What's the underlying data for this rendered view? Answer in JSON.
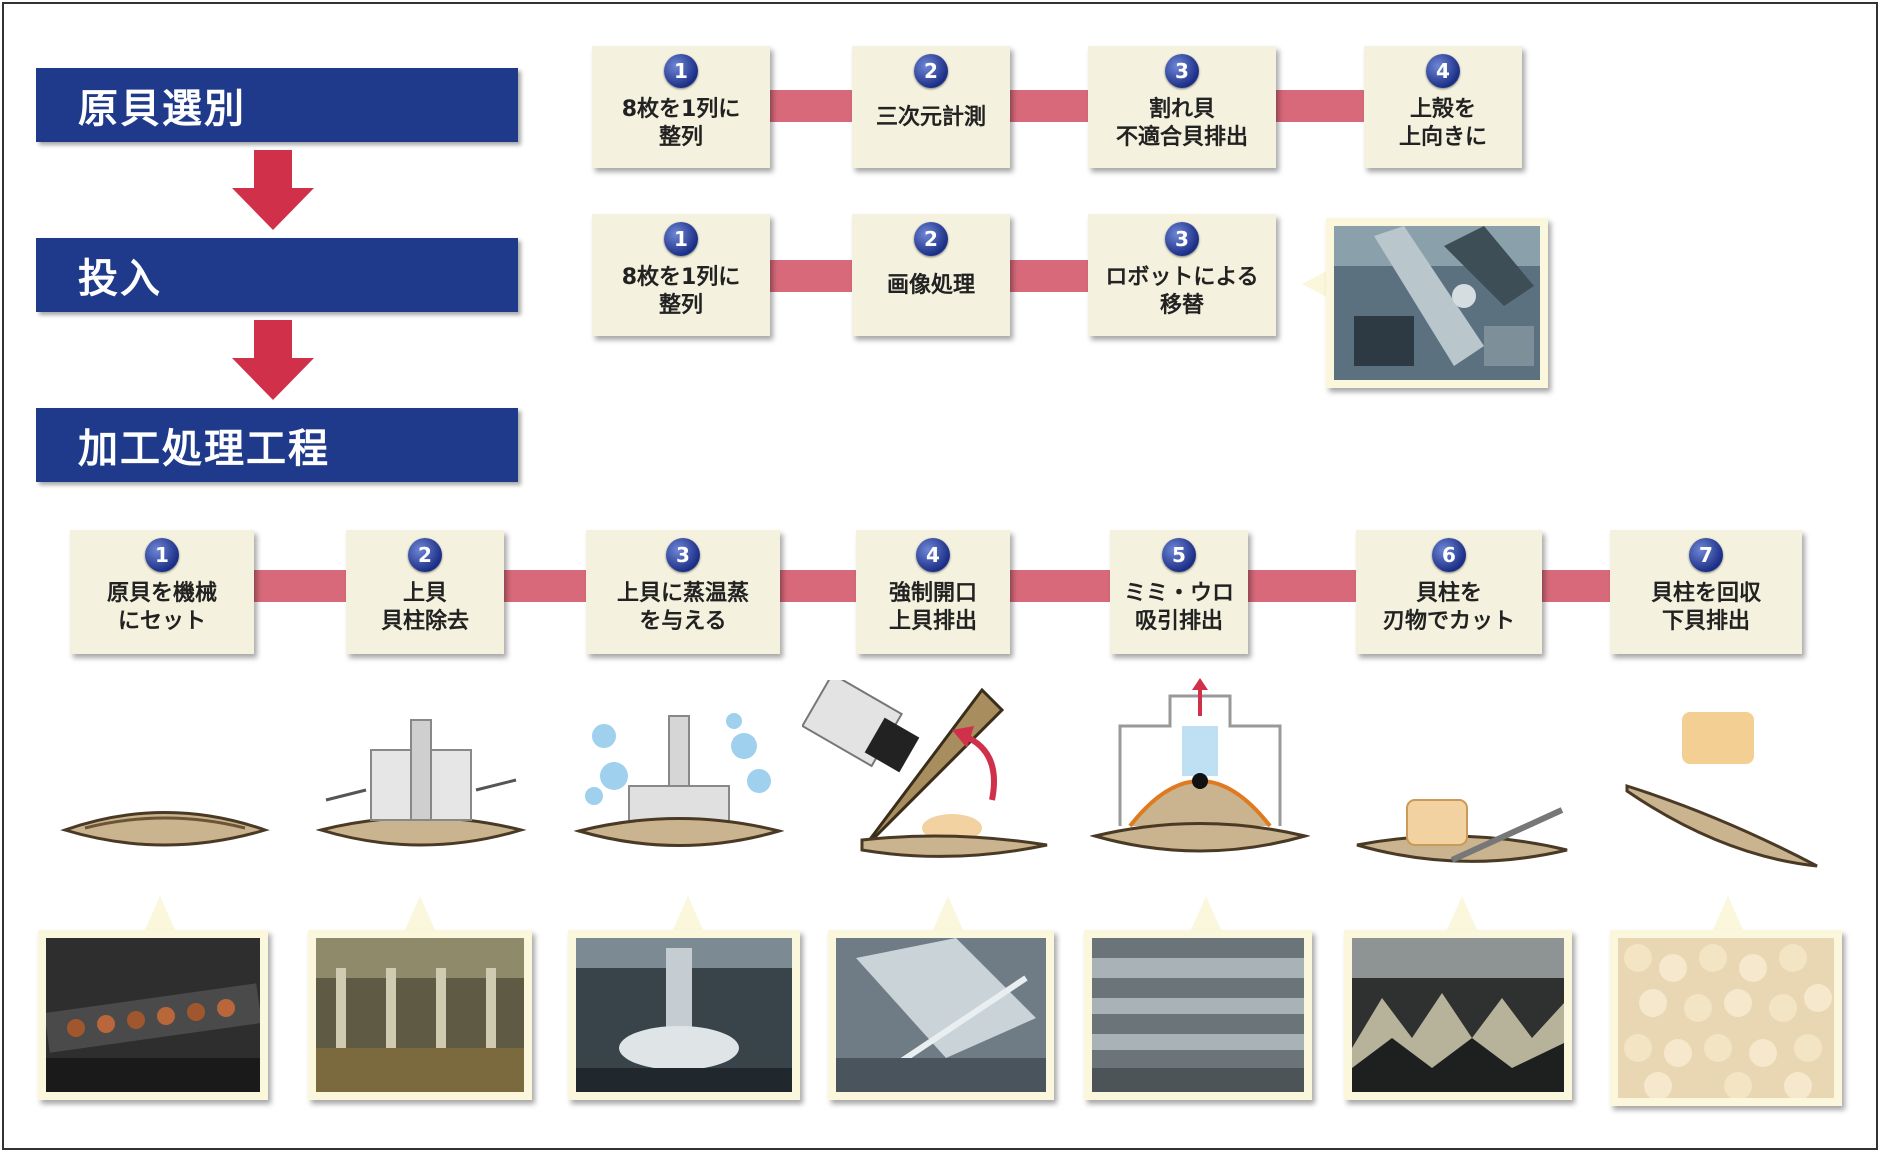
{
  "stages": [
    "原貝選別",
    "投入",
    "加工処理工程"
  ],
  "row1": [
    {
      "num": "1",
      "text": "8枚を1列に\n整列"
    },
    {
      "num": "2",
      "text": "三次元計測"
    },
    {
      "num": "3",
      "text": "割れ貝\n不適合貝排出"
    },
    {
      "num": "4",
      "text": "上殻を\n上向きに"
    }
  ],
  "row2": [
    {
      "num": "1",
      "text": "8枚を1列に\n整列"
    },
    {
      "num": "2",
      "text": "画像処理"
    },
    {
      "num": "3",
      "text": "ロボットによる\n移替"
    }
  ],
  "row3": [
    {
      "num": "1",
      "text": "原貝を機械\nにセット"
    },
    {
      "num": "2",
      "text": "上貝\n貝柱除去"
    },
    {
      "num": "3",
      "text": "上貝に蒸温蒸\nを与える"
    },
    {
      "num": "4",
      "text": "強制開口\n上貝排出"
    },
    {
      "num": "5",
      "text": "ミミ・ウロ\n吸引排出"
    },
    {
      "num": "6",
      "text": "貝柱を\n刃物でカット"
    },
    {
      "num": "7",
      "text": "貝柱を回収\n下貝排出"
    }
  ],
  "colors": {
    "stage_blue": "#1f3a8a",
    "arrow_red": "#d0304a",
    "link_pink": "#d8697a",
    "box_cream": "#f4f2de"
  }
}
